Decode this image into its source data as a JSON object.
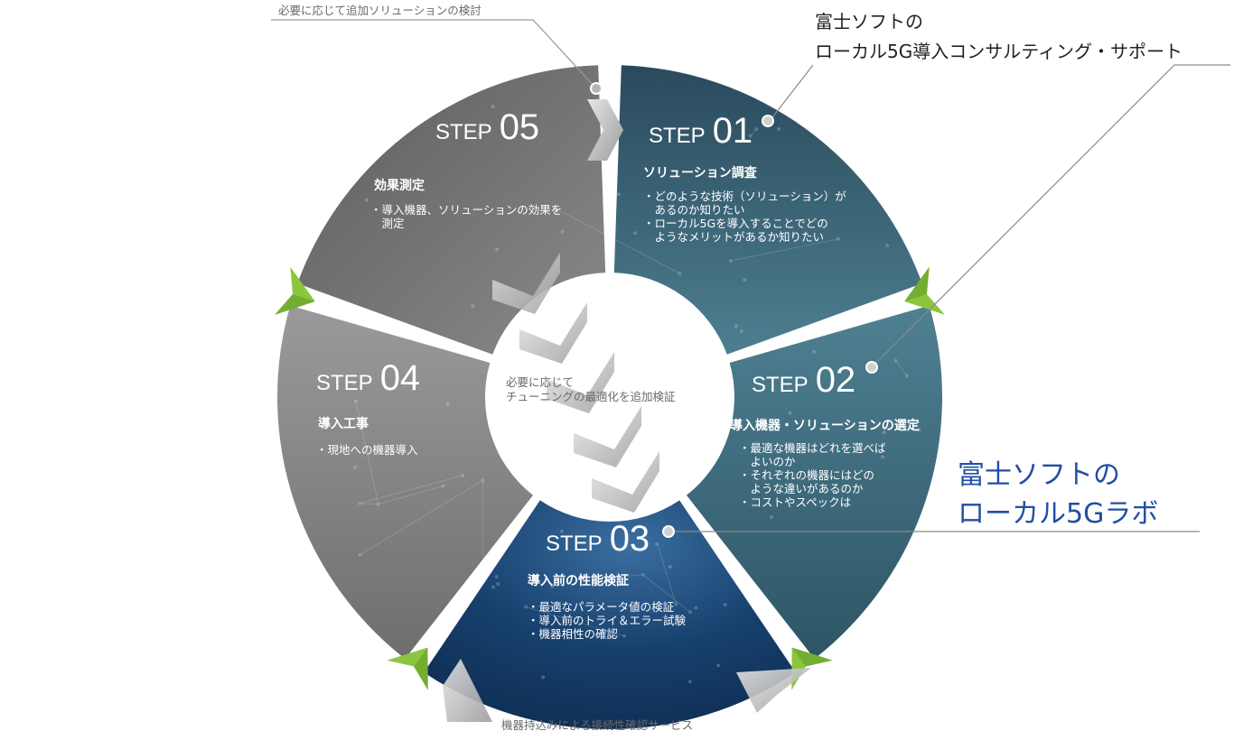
{
  "notes": {
    "top": "必要に応じて追加ソリューションの検討",
    "center_line1": "必要に応じて",
    "center_line2": "チューニングの最適化を追加検証",
    "bottom": "機器持込みによる接続性確認サービス"
  },
  "callouts": {
    "consulting_line1": "富士ソフトの",
    "consulting_line2": "ローカル5G導入コンサルティング・サポート",
    "lab_line1": "富士ソフトの",
    "lab_line2": "ローカル5Gラボ"
  },
  "steps": [
    {
      "label": "STEP",
      "number": "01",
      "heading": "ソリューション調査",
      "bullets": [
        "・どのような技術（ソリューション）が",
        "　あるのか知りたい",
        "・ローカル5Gを導入することでどの",
        "　ようなメリットがあるか知りたい"
      ],
      "color": "#2e5366"
    },
    {
      "label": "STEP",
      "number": "02",
      "heading": "導入機器・ソリューションの選定",
      "bullets": [
        "・最適な機器はどれを選べば",
        "　よいのか",
        "・それぞれの機器にはどの",
        "　ような違いがあるのか",
        "・コストやスペックは"
      ],
      "color": "#3f6e80"
    },
    {
      "label": "STEP",
      "number": "03",
      "heading": "導入前の性能検証",
      "bullets": [
        "・最適なパラメータ値の検証",
        "・導入前のトライ＆エラー試験",
        "・機器相性の確認"
      ],
      "color": "#173f6e"
    },
    {
      "label": "STEP",
      "number": "04",
      "heading": "導入工事",
      "bullets": [
        "・現地への機器導入"
      ],
      "color": "#8c8c8c"
    },
    {
      "label": "STEP",
      "number": "05",
      "heading": "効果測定",
      "bullets": [
        "・導入機器、ソリューションの効果を",
        "　測定"
      ],
      "color": "#6e6e6e"
    }
  ],
  "colors": {
    "accent_green": "#8cc63f",
    "lab_blue": "#1f4fa3",
    "chevron_gray": "#c8c8c8"
  }
}
